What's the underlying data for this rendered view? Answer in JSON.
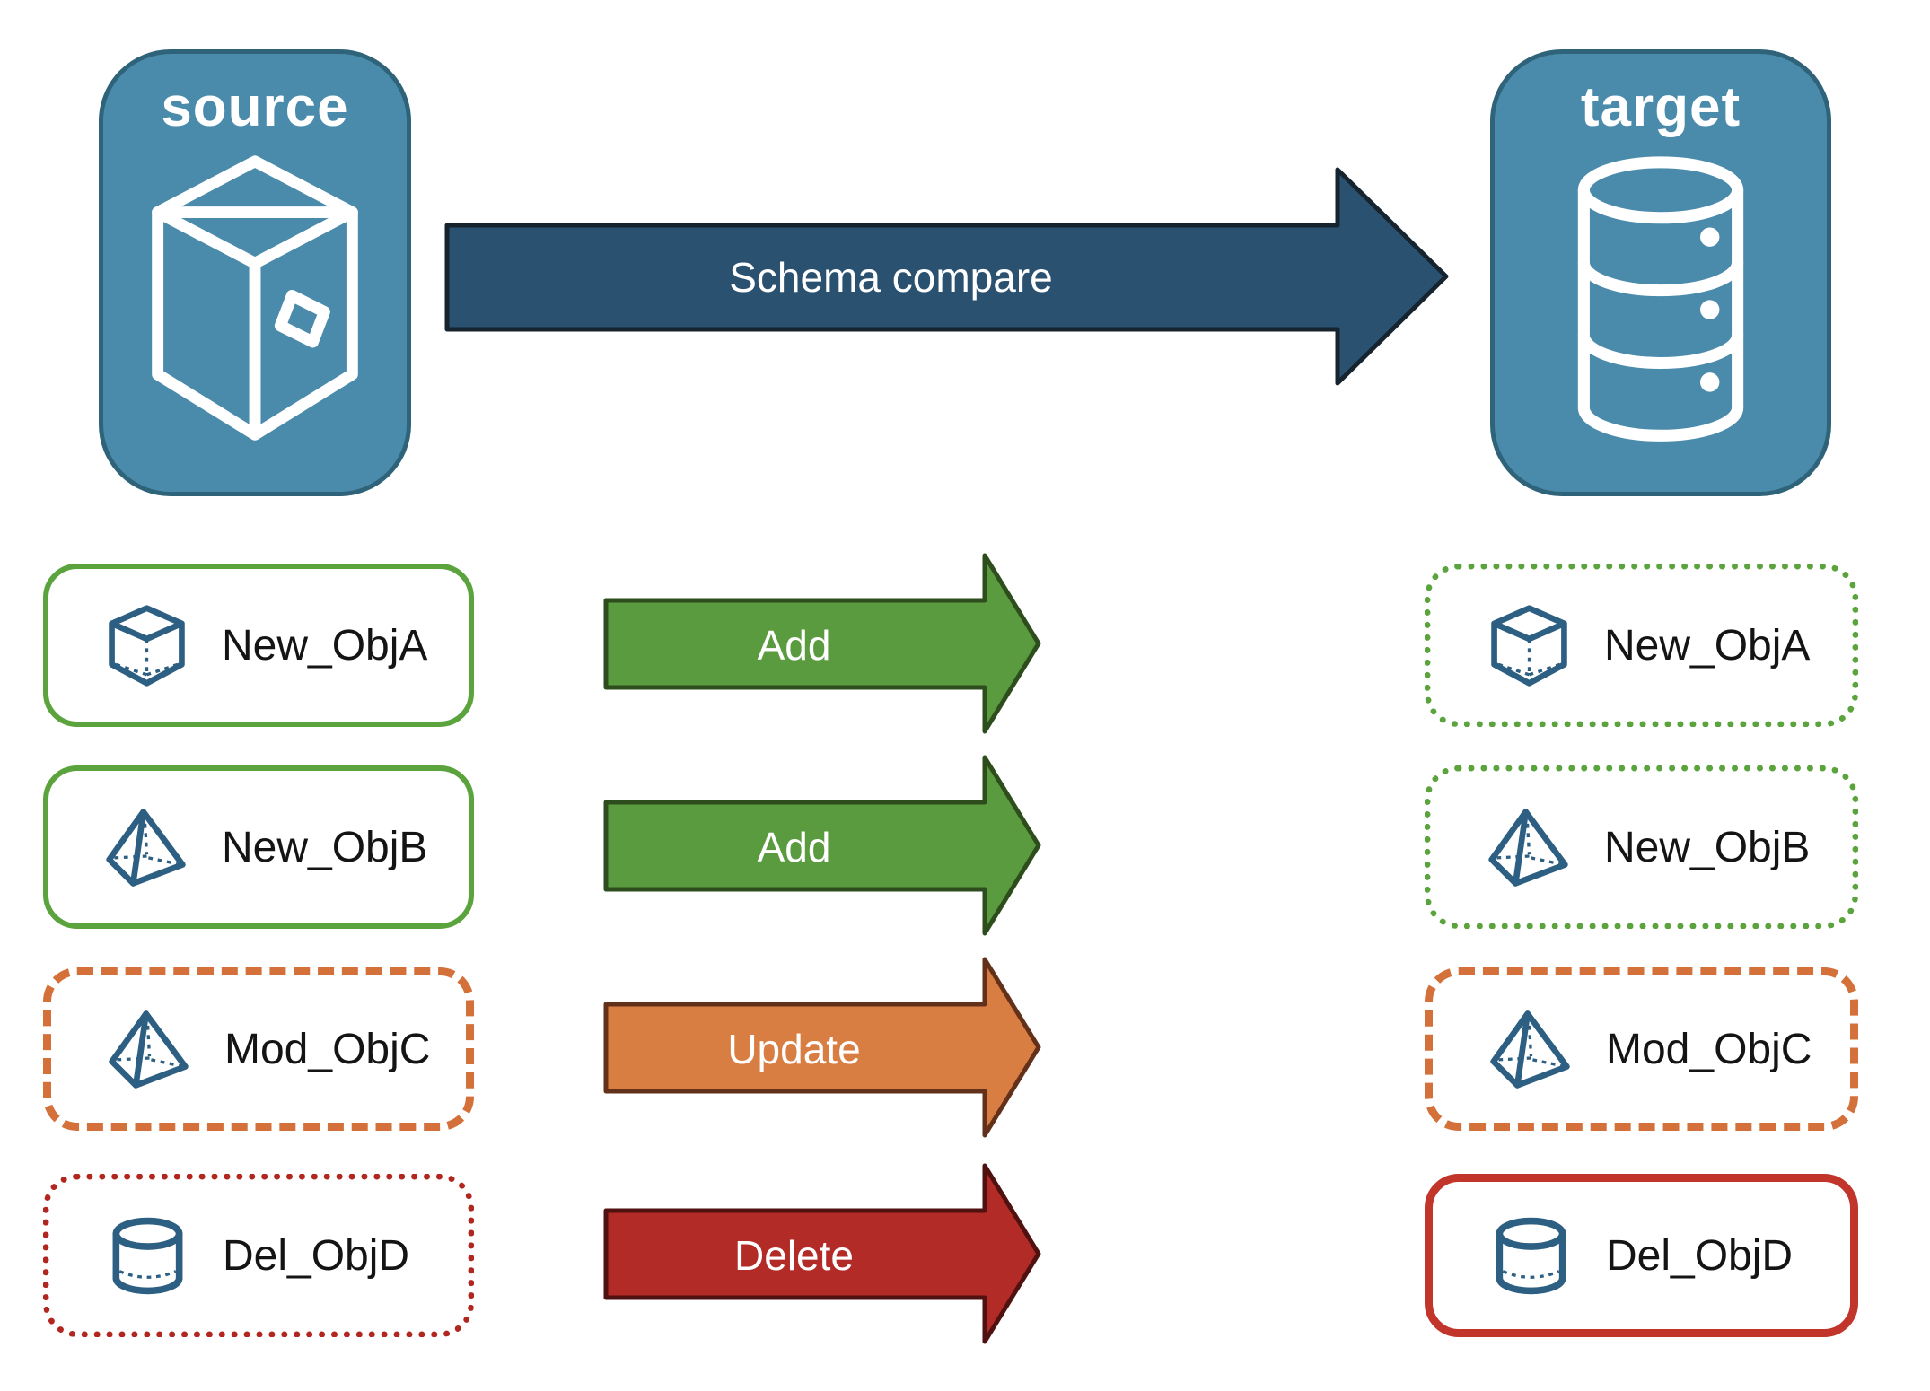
{
  "nodes": {
    "source": {
      "label": "source",
      "icon": "package-box"
    },
    "target": {
      "label": "target",
      "icon": "database"
    }
  },
  "schema_arrow": {
    "label": "Schema compare"
  },
  "rows": [
    {
      "object_name": "New_ObjA",
      "icon": "cube",
      "action": "Add",
      "source_box_style": "green-solid",
      "target_box_style": "green-dotted"
    },
    {
      "object_name": "New_ObjB",
      "icon": "pyramid",
      "action": "Add",
      "source_box_style": "green-solid",
      "target_box_style": "green-dotted"
    },
    {
      "object_name": "Mod_ObjC",
      "icon": "pyramid",
      "action": "Update",
      "source_box_style": "orange-dashed",
      "target_box_style": "orange-dashed"
    },
    {
      "object_name": "Del_ObjD",
      "icon": "cylinder",
      "action": "Delete",
      "source_box_style": "red-dotted",
      "target_box_style": "red-solid"
    }
  ],
  "colors": {
    "node-fill": "#4a8bac",
    "node-border": "#2f6379",
    "navy-arrow-fill": "#2b5170",
    "navy-arrow-stroke": "#16242f",
    "green-arrow-fill": "#5b9b3f",
    "green-arrow-stroke": "#2e4d1d",
    "orange-arrow-fill": "#d97e42",
    "orange-arrow-stroke": "#63301a",
    "red-arrow-fill": "#b22b27",
    "red-arrow-stroke": "#4f1210",
    "green-border": "#5ba33c",
    "orange-border": "#d4713b",
    "red-dotted-border": "#b1271f",
    "red-solid-border": "#c1352b",
    "icon-blue": "#2d5f83",
    "label-text": "#141414",
    "arrow-text": "#ffffff"
  }
}
